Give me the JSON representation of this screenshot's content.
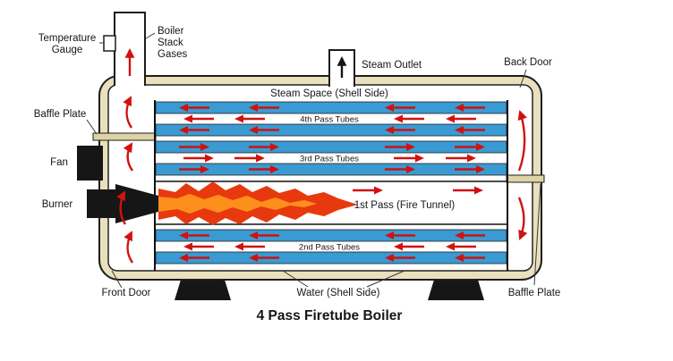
{
  "title": "4 Pass Firetube Boiler",
  "labels": {
    "temperature_gauge_line1": "Temperature",
    "temperature_gauge_line2": "Gauge",
    "boiler_stack_line1": "Boiler",
    "boiler_stack_line2": "Stack",
    "boiler_stack_line3": "Gases",
    "steam_outlet": "Steam Outlet",
    "back_door": "Back Door",
    "baffle_plate_left": "Baffle Plate",
    "fan": "Fan",
    "burner": "Burner",
    "front_door": "Front Door",
    "water_shell_side": "Water (Shell Side)",
    "baffle_plate_right": "Baffle Plate",
    "steam_space": "Steam Space (Shell Side)",
    "pass_1": "1st Pass (Fire Tunnel)",
    "pass_2": "2nd Pass Tubes",
    "pass_3": "3rd Pass Tubes",
    "pass_4": "4th Pass Tubes"
  },
  "colors": {
    "shell_wall": "#e9e0bd",
    "baffle": "#ddd3a6",
    "tube_blue": "#3a9ad2",
    "arrow_red": "#cf1210",
    "flame_outer": "#e8390e",
    "flame_inner": "#fd8f1d"
  }
}
